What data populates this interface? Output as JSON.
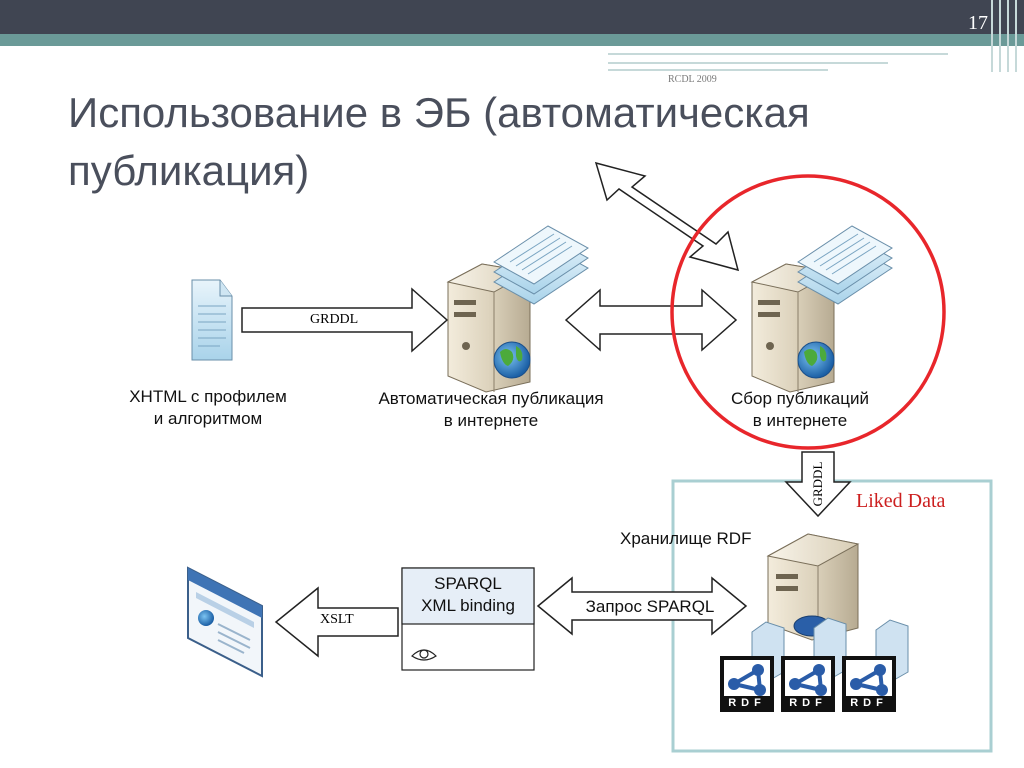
{
  "slide": {
    "page_number": "17",
    "header_note": "RCDL 2009",
    "title_line1": "Использование в ЭБ (автоматическая",
    "title_line2": "публикация)"
  },
  "diagram": {
    "source_label_line1": "XHTML с профилем",
    "source_label_line2": "и алгоритмом",
    "grddl_arrow": "GRDDL",
    "auto_pub_line1": "Автоматическая публикация",
    "auto_pub_line2": "в интернете",
    "collect_line1": "Сбор публикаций",
    "collect_line2": "в интернете",
    "grddl_vertical": "GRDDL",
    "linked_data": "Liked Data",
    "rdf_storage": "Хранилище RDF",
    "sparql_line1": "SPARQL",
    "sparql_line2": "XML binding",
    "sparql_query": "Запрос SPARQL",
    "xslt_arrow": "XSLT",
    "rdf_logo_text": "RDF"
  },
  "colors": {
    "topbar": "#404552",
    "accent_teal": "#6b9a98",
    "highlight_circle": "#e8262b",
    "linked_data_text": "#cc1f1f",
    "linked_data_box": "#a9cfd2"
  }
}
